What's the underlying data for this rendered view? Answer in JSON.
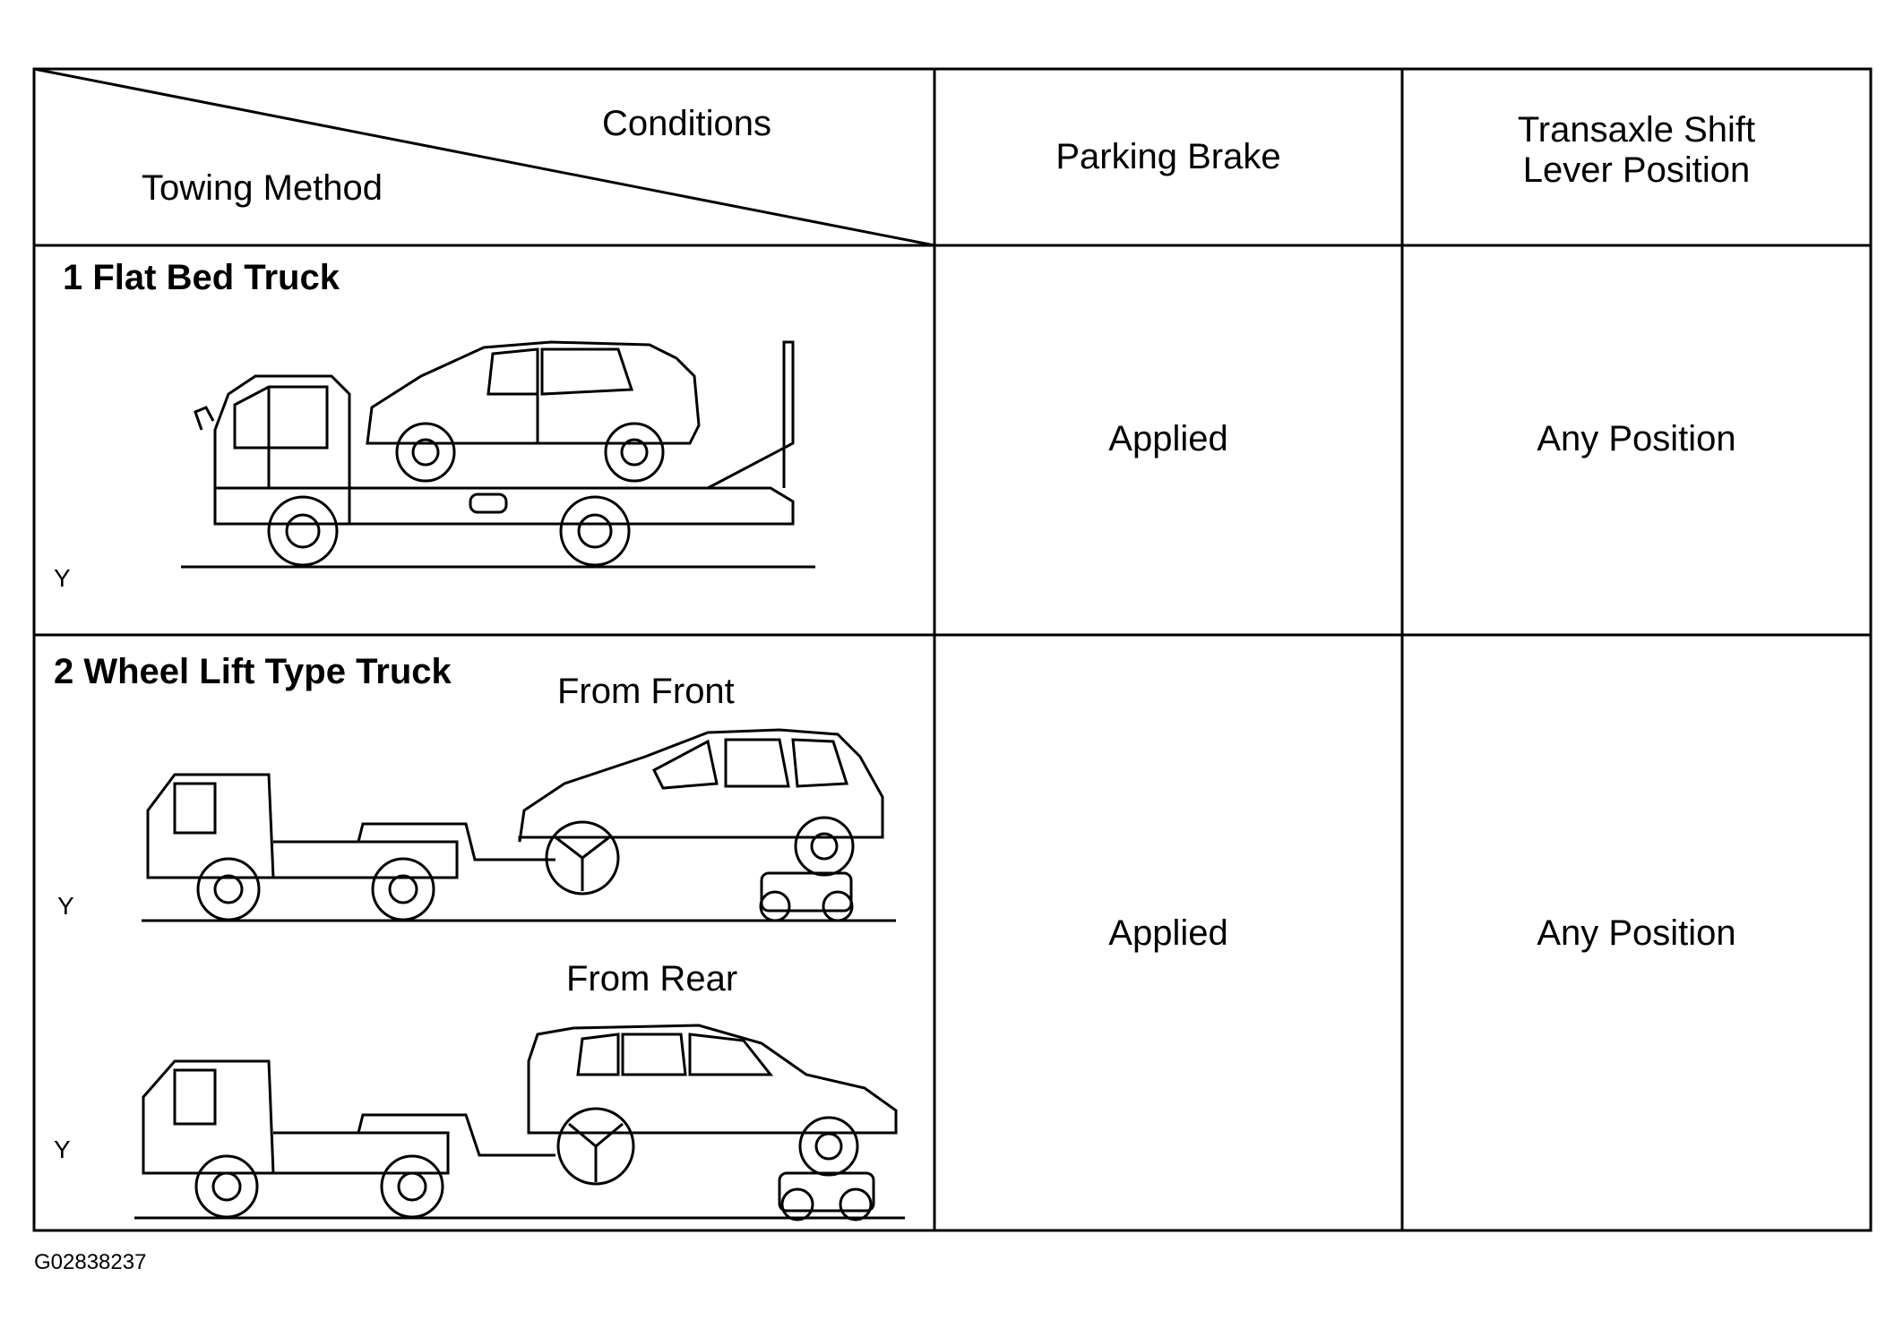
{
  "header": {
    "conditions": "Conditions",
    "towing_method": "Towing Method",
    "parking_brake": "Parking Brake",
    "shift_lever": [
      "Transaxle Shift",
      "Lever Position"
    ]
  },
  "rows": [
    {
      "method": "1 Flat Bed Truck",
      "marker": "Y",
      "parking_brake": "Applied",
      "shift_lever": "Any Position"
    },
    {
      "method": "2 Wheel Lift Type Truck",
      "from_front": "From Front",
      "from_rear": "From Rear",
      "marker_front": "Y",
      "marker_rear": "Y",
      "parking_brake": "Applied",
      "shift_lever": "Any Position"
    }
  ],
  "figure_id": "G02838237"
}
